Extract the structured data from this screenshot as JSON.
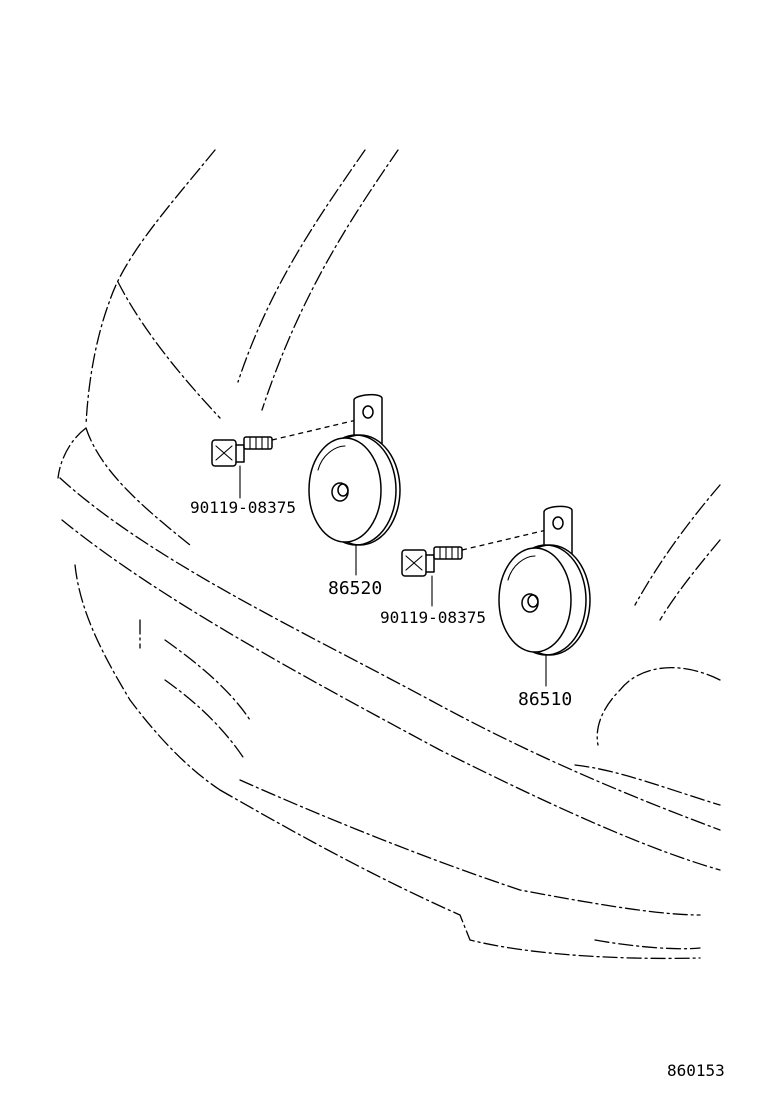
{
  "diagram": {
    "parts": {
      "bolt_left": "90119-08375",
      "horn_left": "86520",
      "bolt_right": "90119-08375",
      "horn_right": "86510"
    },
    "figure_id": "860153"
  }
}
